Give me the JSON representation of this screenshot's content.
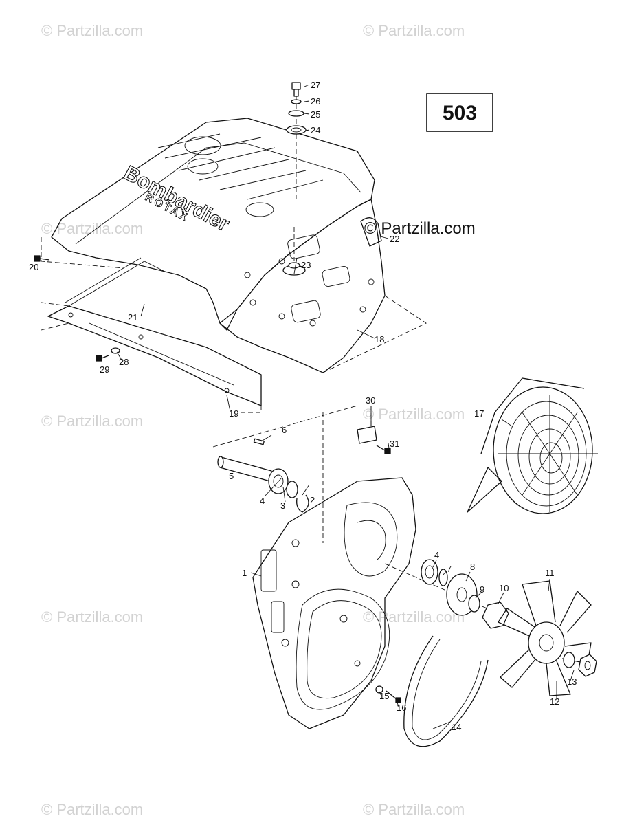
{
  "diagram_number": "503",
  "watermark": "© Partzilla.com",
  "callouts": [
    "1",
    "2",
    "3",
    "4",
    "5",
    "6",
    "7",
    "8",
    "9",
    "10",
    "11",
    "12",
    "13",
    "14",
    "15",
    "16",
    "17",
    "18",
    "19",
    "20",
    "21",
    "22",
    "23",
    "24",
    "25",
    "26",
    "27",
    "28",
    "29",
    "30",
    "31",
    "4"
  ],
  "cover_branding": {
    "brand": "Bombardier",
    "sub": "ROTAX"
  }
}
